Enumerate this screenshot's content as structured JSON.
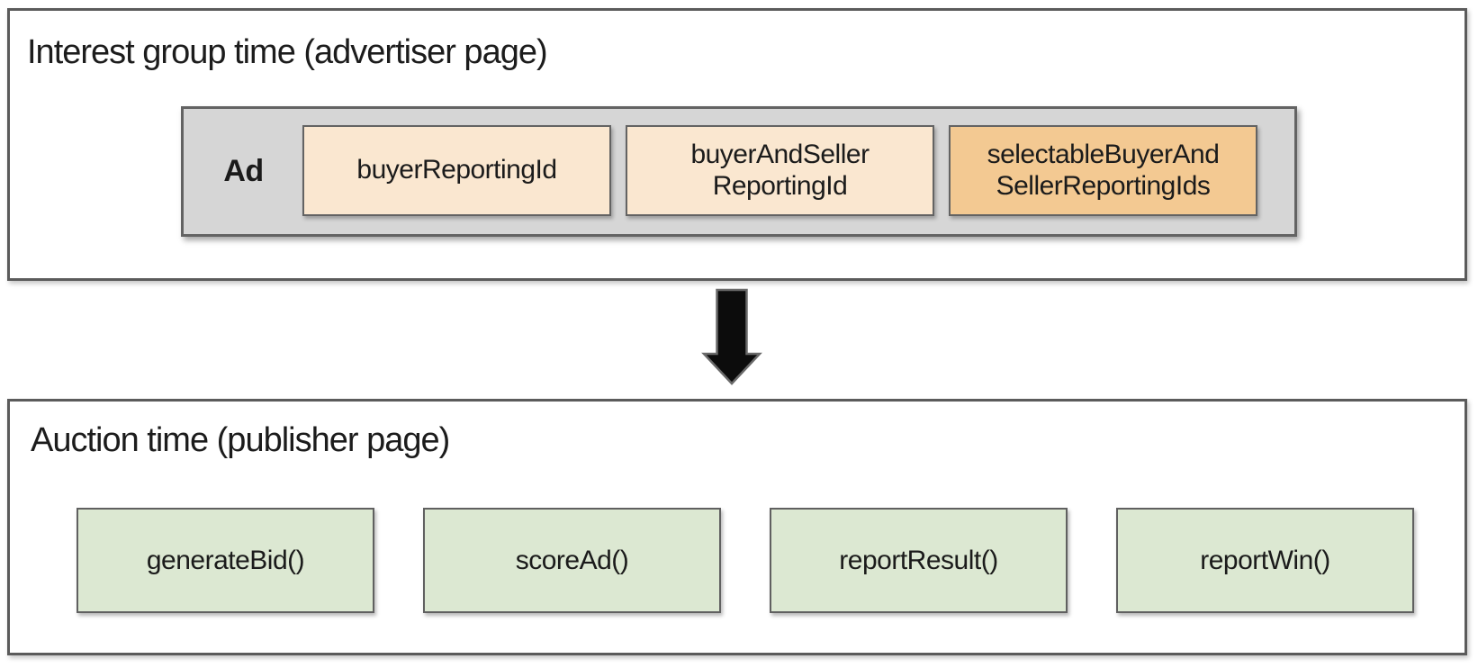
{
  "diagram": {
    "top_section": {
      "title": "Interest group time (advertiser page)",
      "ad_container": {
        "label": "Ad",
        "items": [
          {
            "label": "buyerReportingId",
            "variant": "peach"
          },
          {
            "label": "buyerAndSeller\nReportingId",
            "variant": "peach"
          },
          {
            "label": "selectableBuyerAnd\nSellerReportingIds",
            "variant": "orange"
          }
        ]
      }
    },
    "arrow": {
      "icon": "down-arrow-icon",
      "color": "#0C0C0C"
    },
    "bottom_section": {
      "title": "Auction time (publisher page)",
      "functions": [
        {
          "label": "generateBid()"
        },
        {
          "label": "scoreAd()"
        },
        {
          "label": "reportResult()"
        },
        {
          "label": "reportWin()"
        }
      ]
    },
    "colors": {
      "peach": "#FAE7D0",
      "orange": "#F3C992",
      "green": "#DCE8D2",
      "gray_container": "#D6D6D6",
      "border_dark": "#5B5B5B",
      "border_mid": "#636363"
    }
  }
}
